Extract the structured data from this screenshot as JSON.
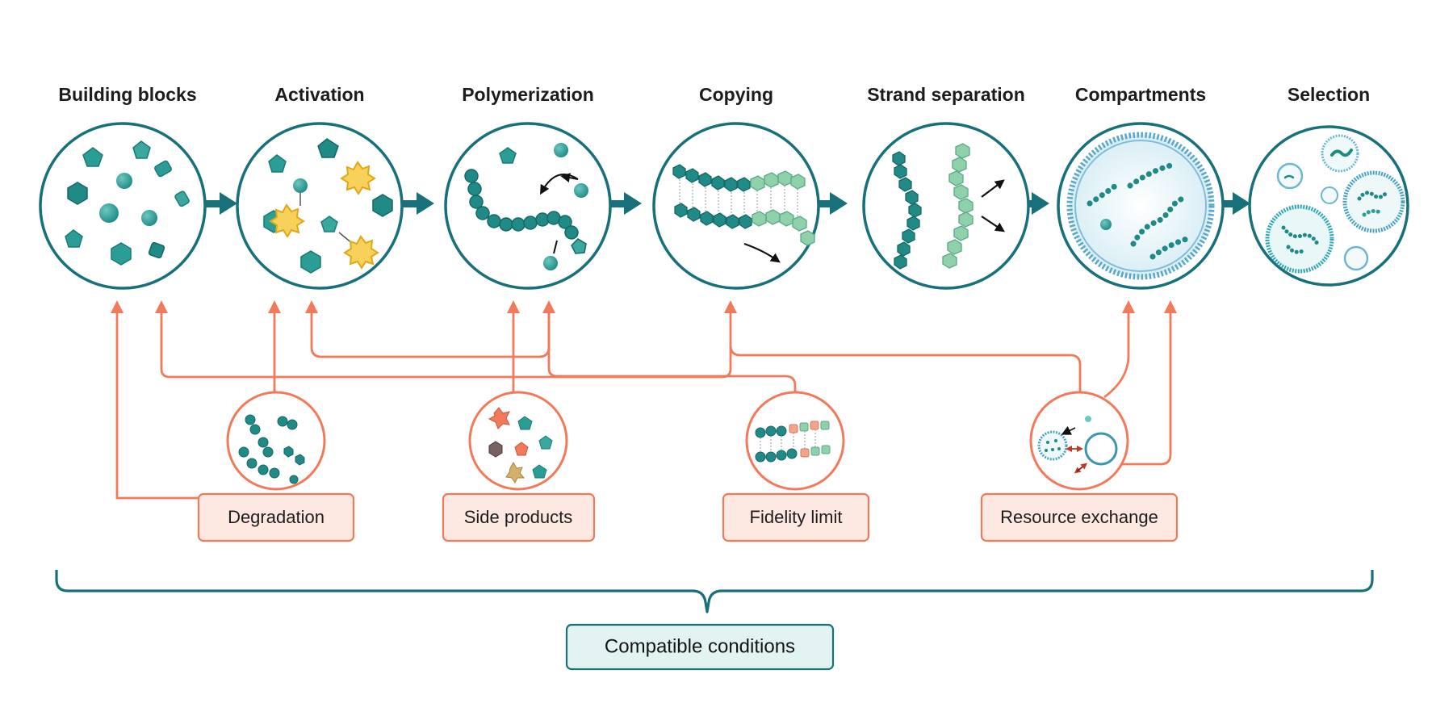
{
  "stages": [
    {
      "title": "Building blocks"
    },
    {
      "title": "Activation"
    },
    {
      "title": "Polymerization"
    },
    {
      "title": "Copying"
    },
    {
      "title": "Strand separation"
    },
    {
      "title": "Compartments"
    },
    {
      "title": "Selection"
    }
  ],
  "issues": [
    {
      "label": "Degradation"
    },
    {
      "label": "Side products"
    },
    {
      "label": "Fidelity limit"
    },
    {
      "label": "Resource exchange"
    }
  ],
  "conditions": {
    "label": "Compatible conditions"
  },
  "colors": {
    "teal_dark": "#17707a",
    "teal": "#2a9d97",
    "teal_light": "#7cc7aa",
    "coral": "#f07a5a",
    "coral_fill": "#fde9e2",
    "highlight": "#f2c12e",
    "cond_fill": "#e3f3f1"
  }
}
